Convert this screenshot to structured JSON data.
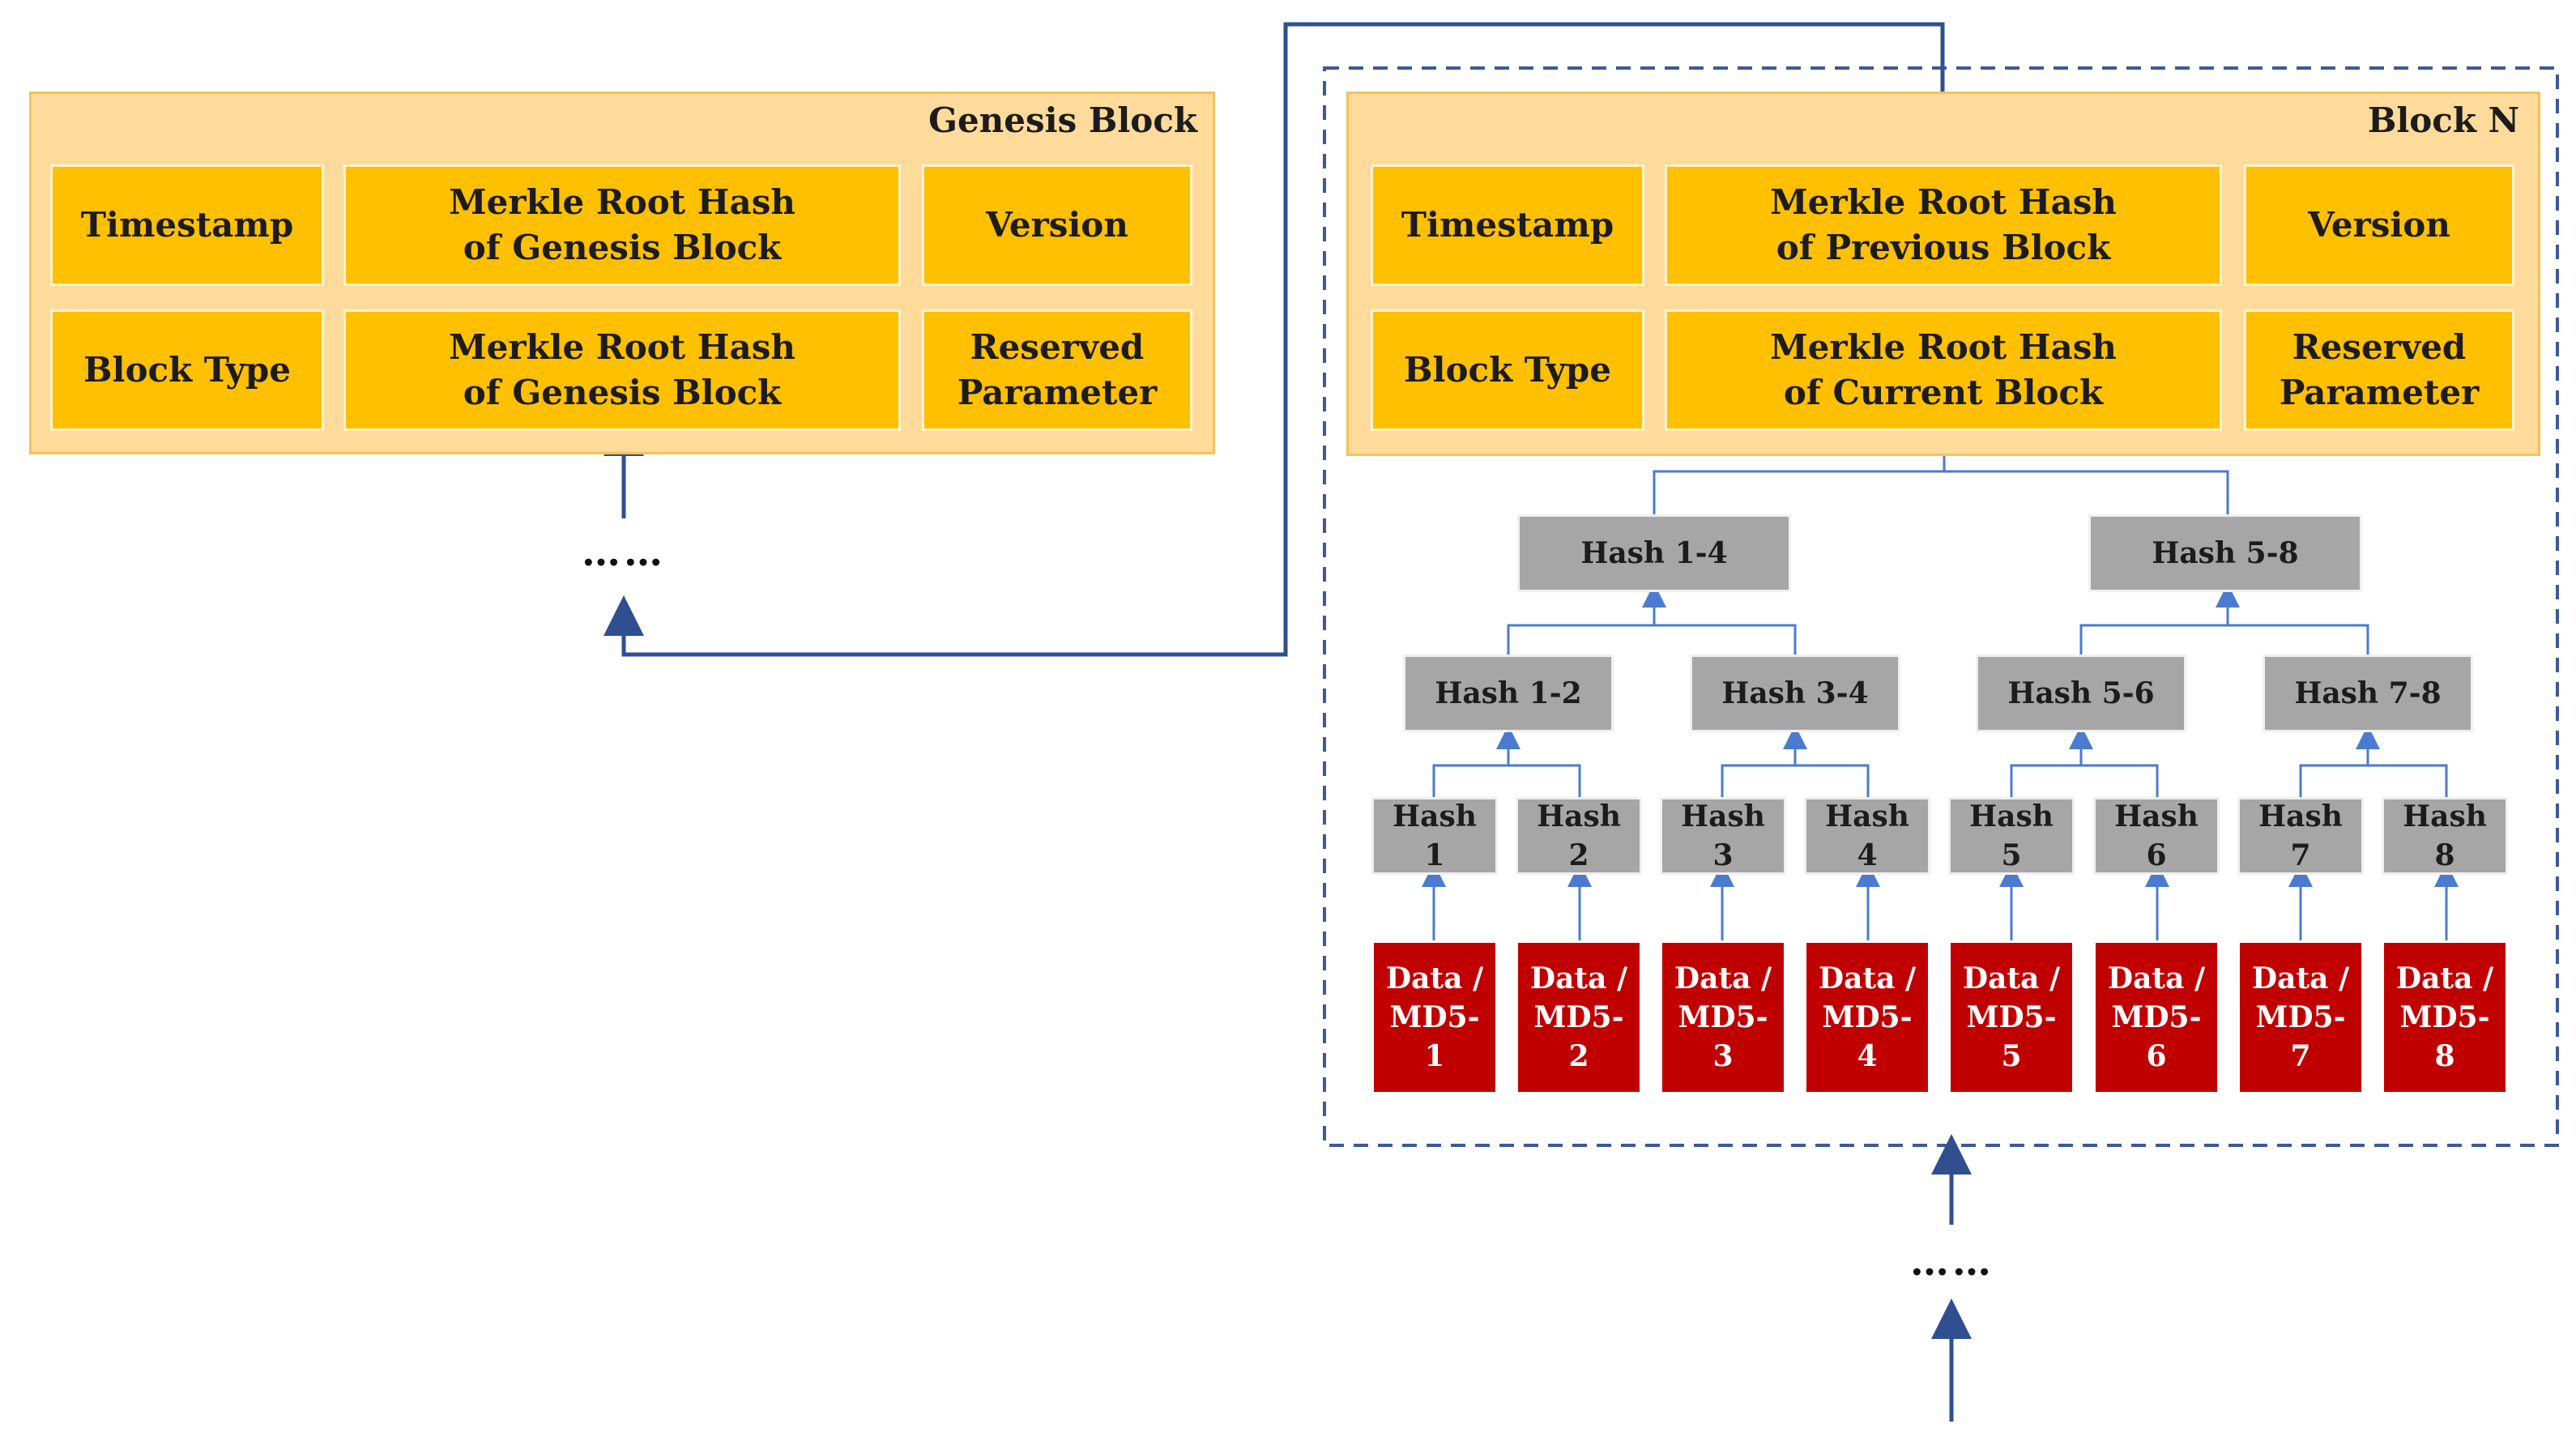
{
  "genesis": {
    "title": "Genesis Block",
    "timestamp": "Timestamp",
    "merkle_top": "Merkle Root Hash\nof Genesis Block",
    "version": "Version",
    "block_type": "Block Type",
    "merkle_bottom": "Merkle Root Hash\nof Genesis Block",
    "reserved": "Reserved\nParameter"
  },
  "block_n": {
    "title": "Block N",
    "timestamp": "Timestamp",
    "merkle_prev": "Merkle Root Hash\nof Previous Block",
    "version": "Version",
    "block_type": "Block Type",
    "merkle_current": "Merkle Root Hash\nof Current Block",
    "reserved": "Reserved\nParameter"
  },
  "merkle_tree": {
    "level2": [
      "Hash 1-4",
      "Hash 5-8"
    ],
    "level1": [
      "Hash 1-2",
      "Hash 3-4",
      "Hash 5-6",
      "Hash 7-8"
    ],
    "leaves": [
      "Hash\n1",
      "Hash\n2",
      "Hash\n3",
      "Hash\n4",
      "Hash\n5",
      "Hash\n6",
      "Hash\n7",
      "Hash\n8"
    ],
    "data": [
      "Data /\nMD5-\n1",
      "Data /\nMD5-\n2",
      "Data /\nMD5-\n3",
      "Data /\nMD5-\n4",
      "Data /\nMD5-\n5",
      "Data /\nMD5-\n6",
      "Data /\nMD5-\n7",
      "Data /\nMD5-\n8"
    ]
  },
  "ellipsis": {
    "left": "……",
    "bottom": "……"
  },
  "colors": {
    "header_fill": "#fedb9b",
    "cell_fill": "#fec000",
    "hash_fill": "#a6a6a6",
    "data_fill": "#c00000",
    "merkle_panel": "#d1d1d1",
    "arrow_dark": "#2f4f8f",
    "arrow_light": "#4a7bd0"
  }
}
